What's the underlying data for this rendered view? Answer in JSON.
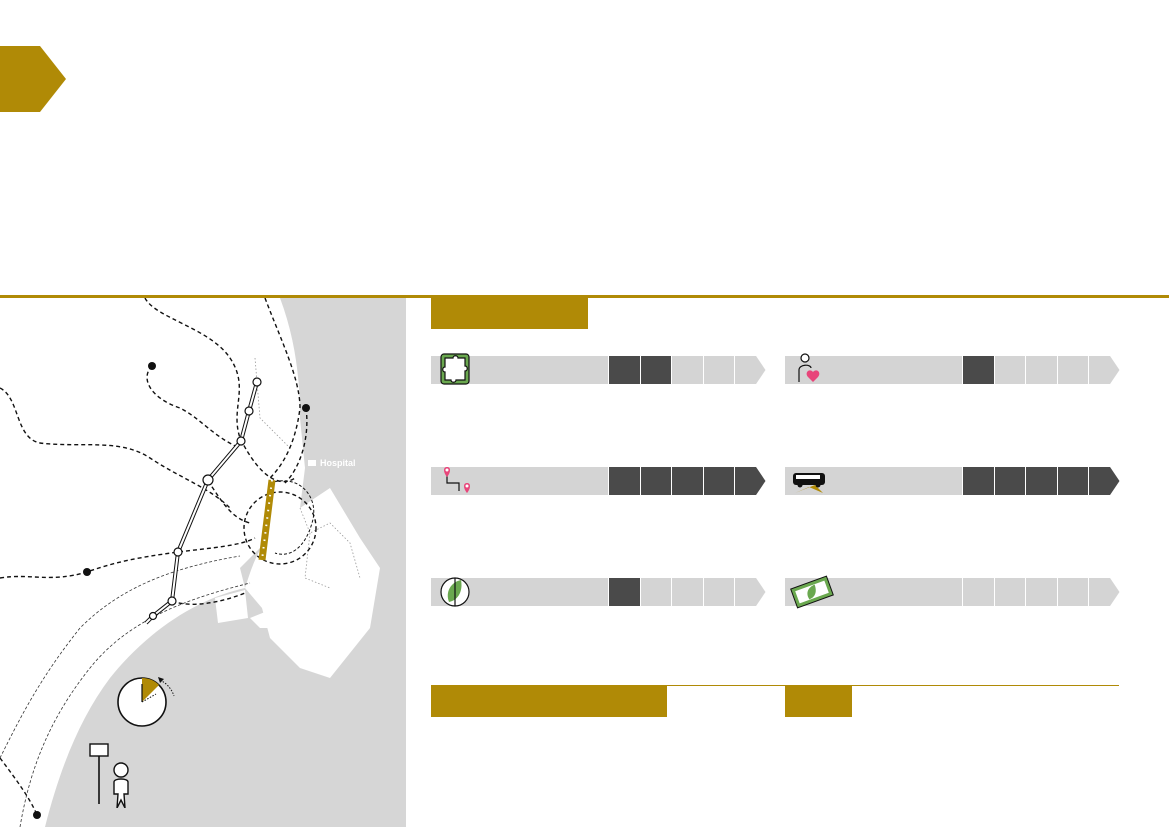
{
  "colors": {
    "accent": "#b08a06",
    "bar_fill": "#4a4a4a",
    "bar_empty": "#d4d4d4",
    "sea": "#d6d6d6",
    "pink": "#e8457a",
    "green": "#6aa84f"
  },
  "header": {
    "arrow_icon": "chevron-right-icon"
  },
  "map": {
    "label_hospital": "Hospital"
  },
  "ratings": [
    {
      "icon": "puzzle-icon",
      "level": 2,
      "max": 5
    },
    {
      "icon": "person-heart-icon",
      "level": 1,
      "max": 5
    },
    {
      "icon": "route-pin-icon",
      "level": 5,
      "max": 5
    },
    {
      "icon": "bus-icon",
      "level": 5,
      "max": 5
    },
    {
      "icon": "leaf-globe-icon",
      "level": 1,
      "max": 5
    },
    {
      "icon": "money-leaf-icon",
      "level": 0,
      "max": 5
    }
  ],
  "clock": {
    "icon": "clock-icon",
    "fraction": 0.125
  },
  "stop_icon": "bus-stop-person-icon"
}
